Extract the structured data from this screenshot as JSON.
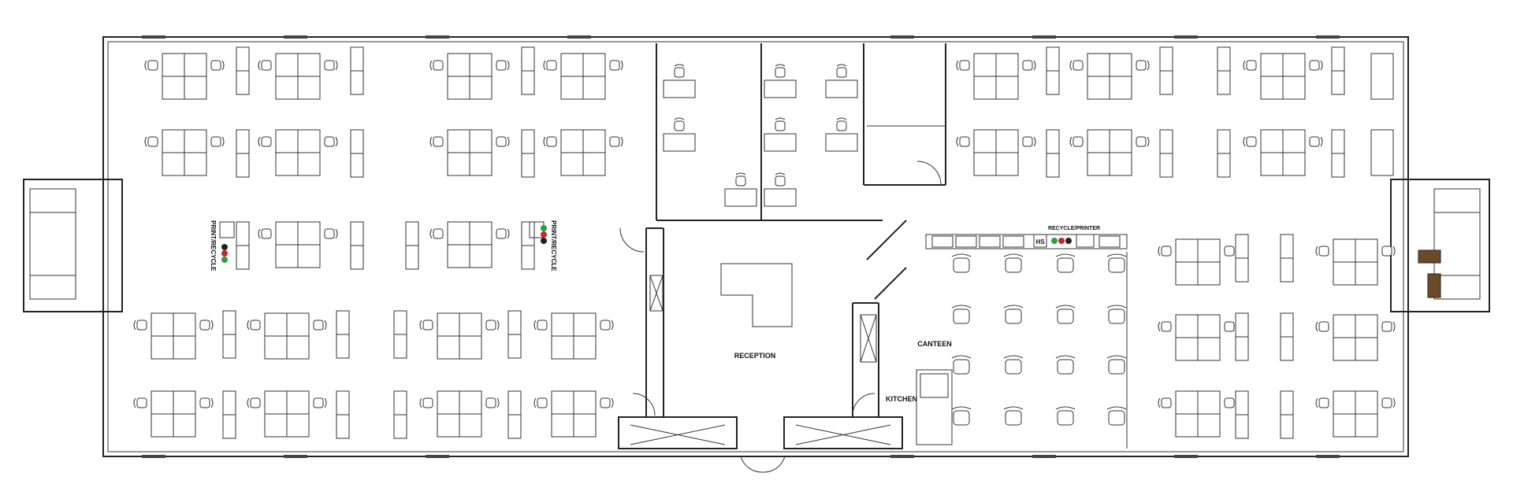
{
  "rooms": {
    "reception": "RECEPTION",
    "canteen": "CANTEEN",
    "kitchen": "KITCHEN"
  },
  "labels": {
    "print_recycle_left": "PRINT/RECYCLE",
    "print_recycle_mid": "PRINT/RECYCLE",
    "recycle_printer": "RECYCLE/PRINTER",
    "hs_sign": "HS"
  },
  "colors": {
    "recycle_green": "#2e9e3e",
    "recycle_red": "#c62828",
    "recycle_black": "#222222",
    "hazard_stripe": "#6b4a2a"
  }
}
